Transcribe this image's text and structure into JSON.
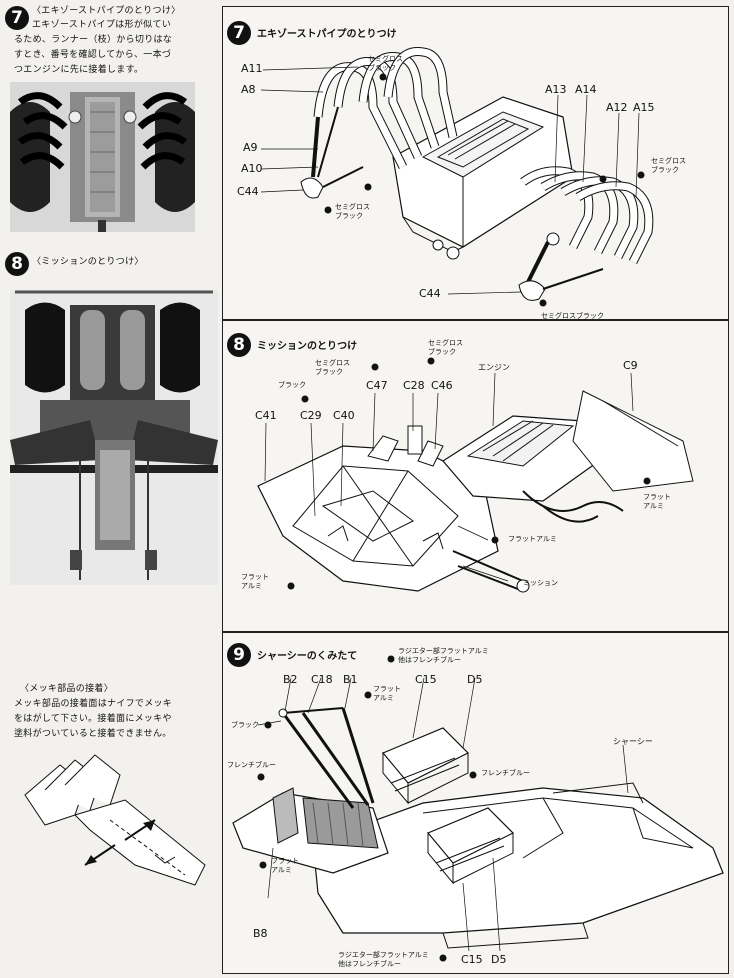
{
  "left": {
    "step7": {
      "number": "7",
      "title": "〈エキゾーストパイプのとりつけ〉",
      "lines": [
        "エキゾーストパイプは形が似てい",
        "るため、ランナー（枝）から切りはな",
        "すとき、番号を確認してから、一本づ",
        "つエンジンに先に接着します。"
      ]
    },
    "step8": {
      "number": "8",
      "title": "〈ミッションのとりつけ〉"
    },
    "plating": {
      "title": "〈メッキ部品の接着〉",
      "lines": [
        "メッキ部品の接着面はナイフでメッキ",
        "をはがして下さい。接着面にメッキや",
        "塗料がついていると接着できません。"
      ]
    }
  },
  "panel7": {
    "number": "7",
    "title": "エキゾーストパイプのとりつけ",
    "parts": {
      "a11": "A11",
      "a8": "A8",
      "a9": "A9",
      "a10": "A10",
      "c44a": "C44",
      "a13": "A13",
      "a14": "A14",
      "a12": "A12",
      "a15": "A15",
      "c44b": "C44"
    },
    "paints": {
      "semi1": "セミグロス\nブラック",
      "semi2": "セミグロス\nブラック",
      "semi3": "セミグロス\nブラック",
      "semi4": "セミグロスブラック"
    }
  },
  "panel8": {
    "number": "8",
    "title": "ミッションのとりつけ",
    "parts": {
      "c47": "C47",
      "c28": "C28",
      "c46": "C46",
      "c9": "C9",
      "c41": "C41",
      "c29": "C29",
      "c40": "C40"
    },
    "paints": {
      "semi1": "セミグロス\nブラック",
      "semi2": "セミグロス\nブラック",
      "black": "ブラック",
      "engine": "エンジン",
      "flat1": "フラット\nアルミ",
      "flat2": "フラットアルミ",
      "flat3": "フラット\nアルミ",
      "mission": "ミッション"
    }
  },
  "panel9": {
    "number": "9",
    "title": "シャーシーのくみたて",
    "parts": {
      "b2": "B2",
      "c18": "C18",
      "b1": "B1",
      "c15a": "C15",
      "d5a": "D5",
      "b8": "B8",
      "c15b": "C15",
      "d5b": "D5"
    },
    "paints": {
      "radiator1": "ラジエター部フラットアルミ\n他はフレンチブルー",
      "flat1": "フラット\nアルミ",
      "black": "ブラック",
      "french1": "フレンチブルー",
      "french2": "フレンチブルー",
      "chassis": "シャーシー",
      "flat2": "フラット\nアルミ",
      "radiator2": "ラジエター部フラットアルミ\n他はフレンチブルー"
    }
  }
}
